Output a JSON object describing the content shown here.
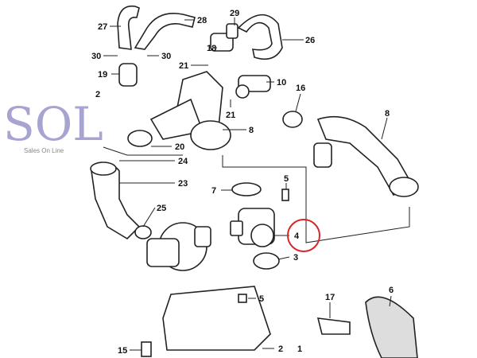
{
  "logo": {
    "text": "SOL",
    "tagline": "Sales On Line"
  },
  "highlight_color": "#d8262b",
  "labels": [
    "27",
    "28",
    "29",
    "26",
    "18",
    "30",
    "30",
    "21",
    "19",
    "10",
    "2",
    "16",
    "21",
    "8",
    "8",
    "20",
    "24",
    "23",
    "7",
    "5",
    "25",
    "4",
    "3",
    "6",
    "5",
    "17",
    "15",
    "2",
    "1"
  ],
  "highlighted_label": "4"
}
